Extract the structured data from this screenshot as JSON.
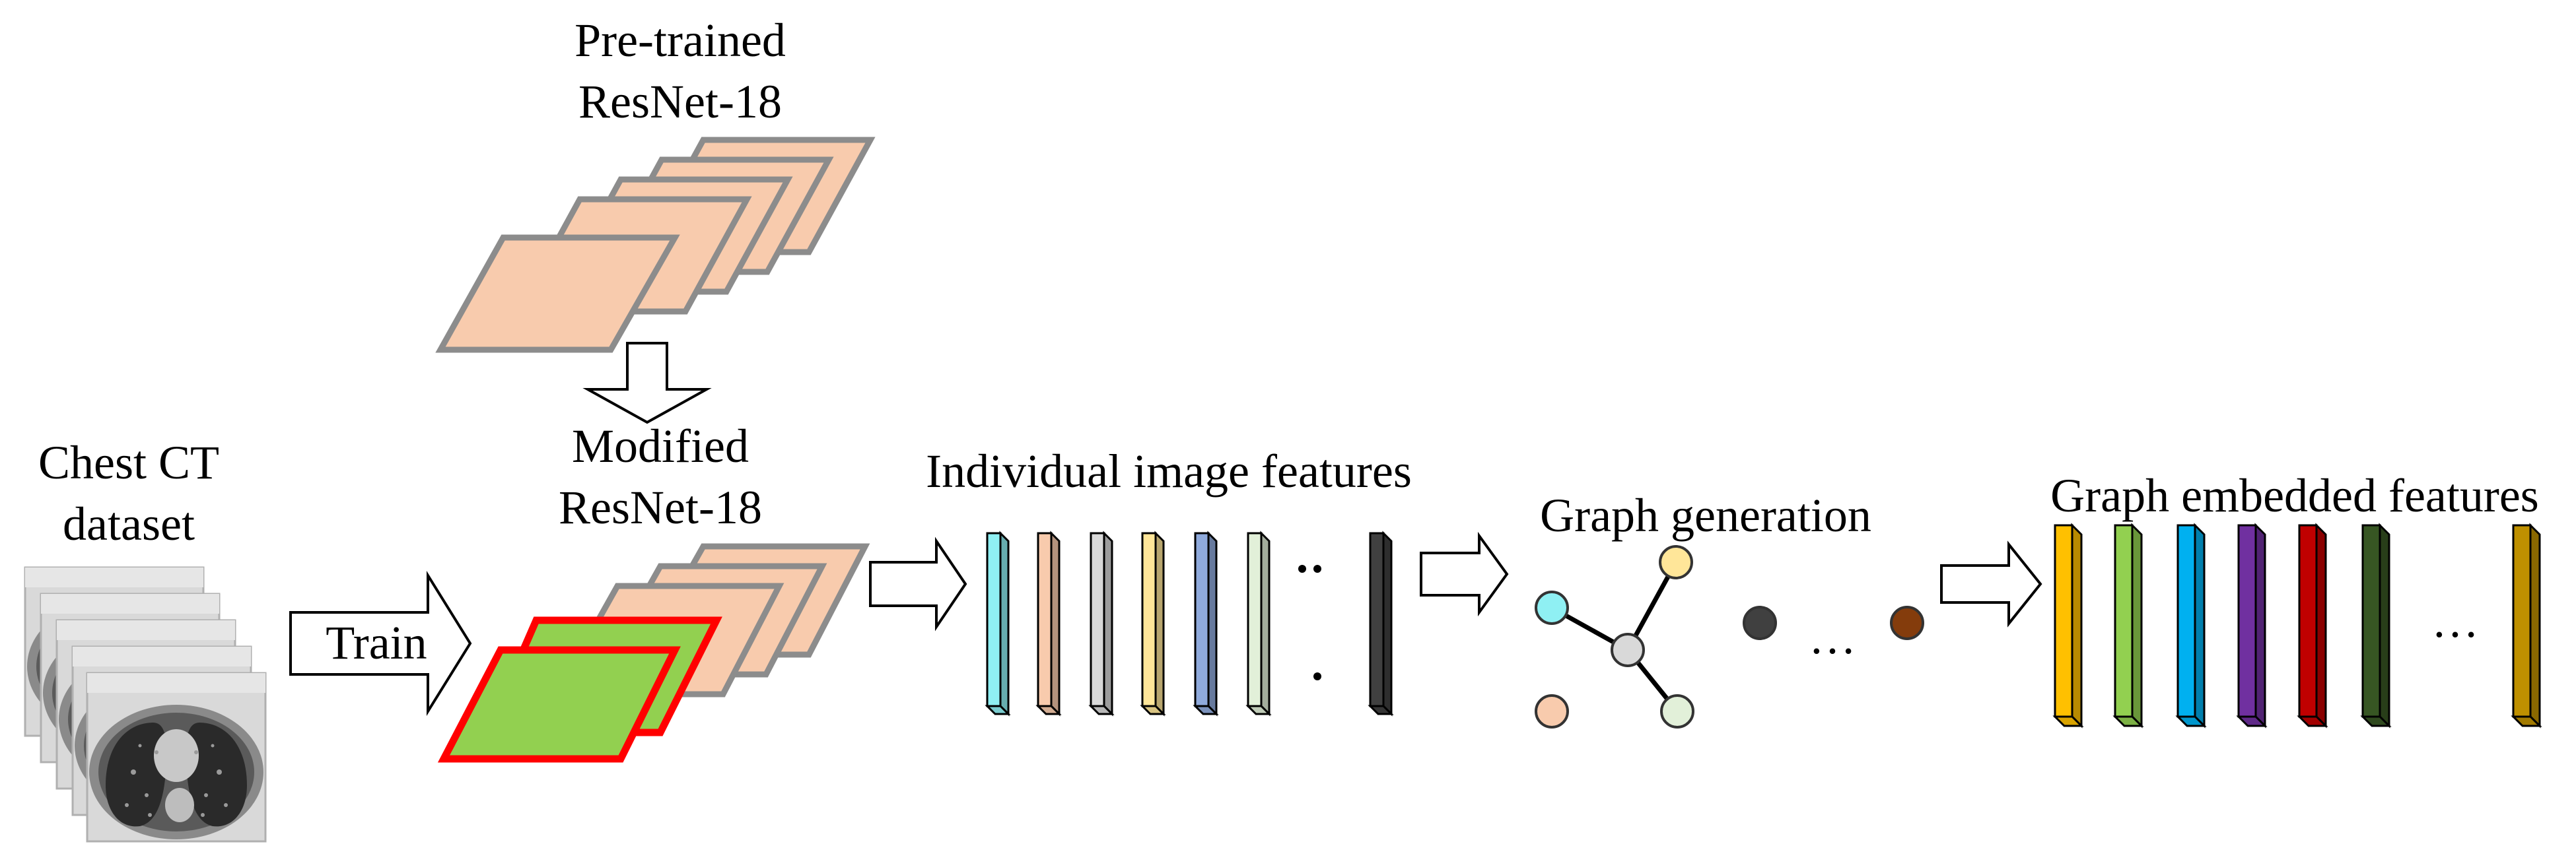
{
  "labels": {
    "pretrained_line1": "Pre-trained",
    "pretrained_line2": "ResNet-18",
    "modified_line1": "Modified",
    "modified_line2": "ResNet-18",
    "chest_line1": "Chest CT",
    "chest_line2": "dataset",
    "train": "Train",
    "individual_features": "Individual image features",
    "graph_generation": "Graph generation",
    "graph_embedded_features": "Graph embedded features",
    "ellipsis_graph": "…",
    "ellipsis_embedded": "…"
  },
  "colors": {
    "layer_fill": "#f8cbad",
    "layer_border": "#8c8c8c",
    "modified_layer_fill": "#92d050",
    "modified_layer_border": "#ff0000",
    "individual_feature_bars": [
      "#8ff0f3",
      "#f8cbad",
      "#d9d9d9",
      "#ffe699",
      "#8faadc",
      "#e2f0d9",
      "#404040"
    ],
    "embedded_feature_bars": [
      "#ffc000",
      "#92d050",
      "#00b0f0",
      "#7030a0",
      "#c00000",
      "#375623",
      "#bf9000"
    ],
    "graph_nodes": {
      "cyan": "#8ff0f3",
      "yellow": "#ffe699",
      "gray": "#d9d9d9",
      "peach": "#f8cbad",
      "light_green": "#e2f0d9",
      "dark": "#404040",
      "brown": "#843c0c"
    }
  },
  "icons": {
    "ct_stack": "chest-ct-slice-icon",
    "arrows": "hollow-arrow-icon"
  }
}
